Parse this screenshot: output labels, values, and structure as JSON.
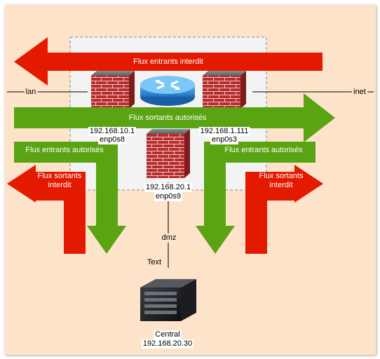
{
  "arrows": {
    "top_in_forbidden": "Flux entrants interdit",
    "top_out_allowed": "Flux sortants autorisés",
    "left_in_allowed": "Flux entrants autorisés",
    "right_in_allowed": "Flux entrants autorisés",
    "left_out_forbidden": "Flux sortants\ninterdit",
    "right_out_forbidden": "Flux sortants\ninterdit"
  },
  "links": {
    "lan": "lan",
    "inet": "inet",
    "dmz": "dmz"
  },
  "nodes": {
    "fw_left": {
      "ip": "192.168.10.1",
      "iface": "enp0s8"
    },
    "fw_right": {
      "ip": "192.168.1.111",
      "iface": "enp0s3"
    },
    "fw_bottom": {
      "ip": "192.168.20.1",
      "iface": "enp0s9"
    },
    "server": {
      "name": "Central",
      "ip": "192.168.20.30"
    }
  },
  "free_text": "Text",
  "colors": {
    "red": "#e31a00",
    "green": "#5aa413",
    "background": "#fde3c9"
  }
}
